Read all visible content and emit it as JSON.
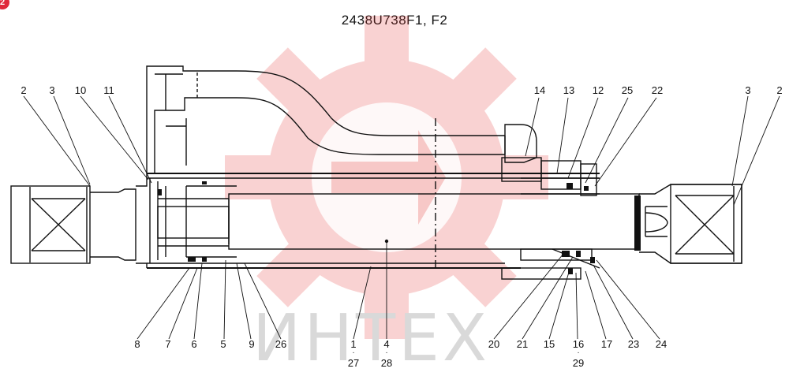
{
  "badge": "2",
  "title": "2438U738F1, F2",
  "watermark": {
    "text": "ИНТЕХ",
    "color": "#e53935"
  },
  "callouts_top": [
    "2",
    "3",
    "10",
    "11",
    "14",
    "13",
    "12",
    "25",
    "22",
    "3",
    "2"
  ],
  "callouts_bottom": [
    "8",
    "7",
    "6",
    "5",
    "9",
    "26",
    "1",
    "4",
    "20",
    "21",
    "15",
    "16",
    "17",
    "23",
    "24"
  ],
  "callouts_sub": [
    "27",
    "28",
    "29"
  ],
  "colors": {
    "line": "#111111",
    "seal": "#111111"
  }
}
